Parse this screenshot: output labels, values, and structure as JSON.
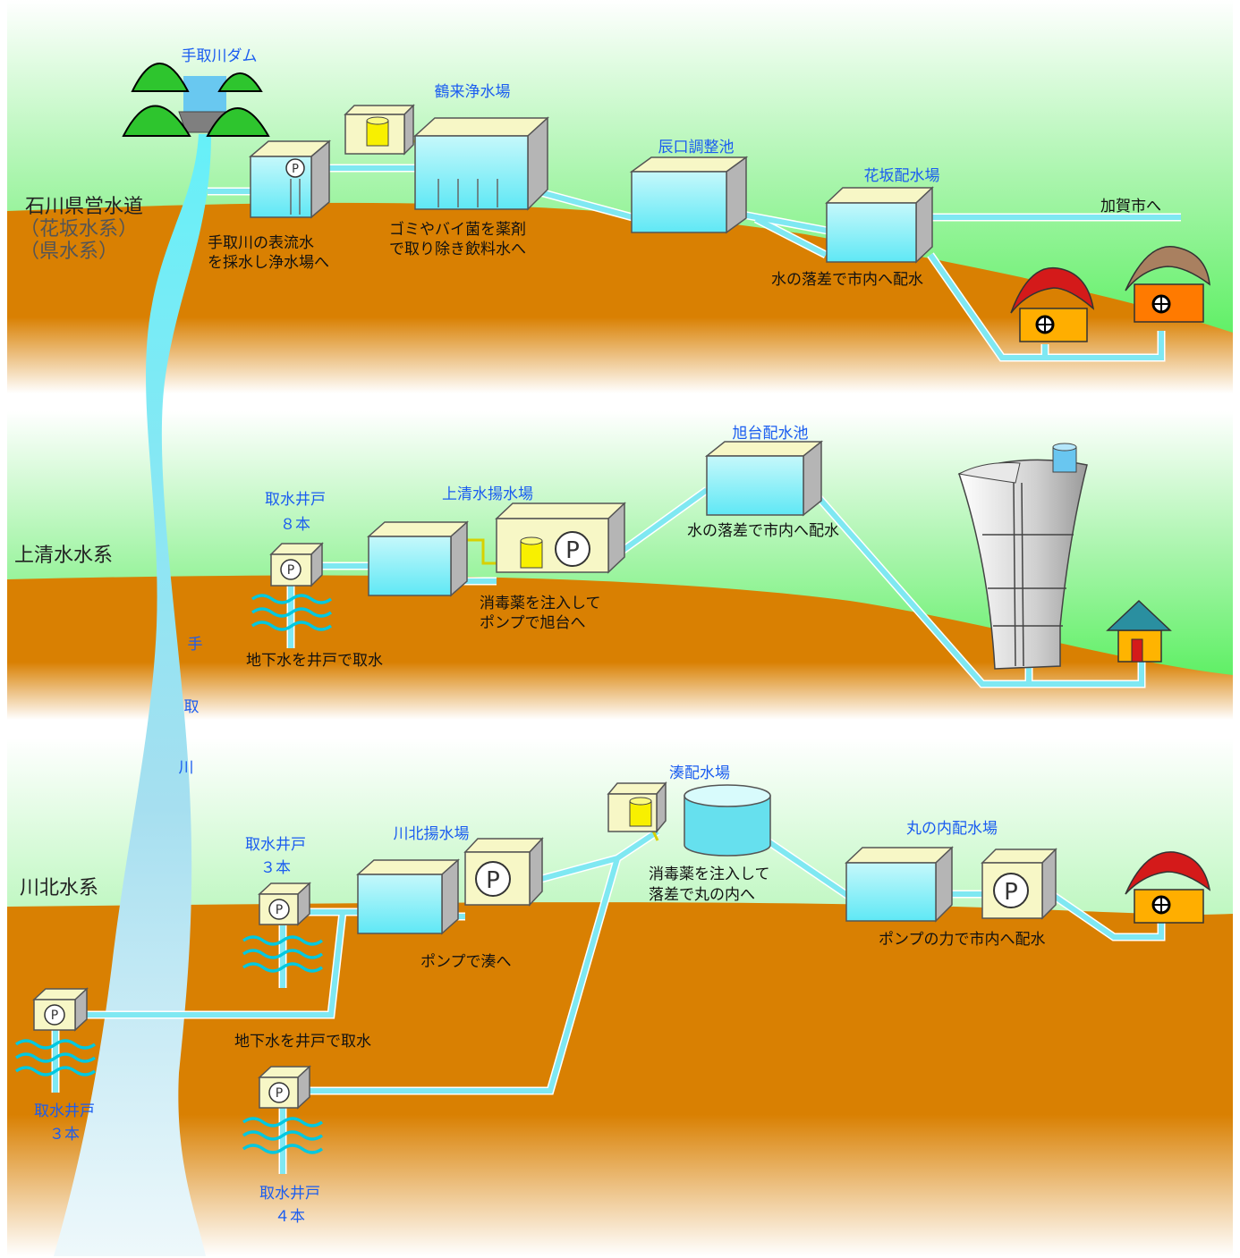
{
  "systems": {
    "kensui": {
      "label_line1": "石川県営水道",
      "label_line2": "（花坂水系）",
      "label_line3": "（県水系）"
    },
    "kamishimizu": {
      "label": "上清水水系"
    },
    "kawakita": {
      "label": "川北水系"
    }
  },
  "river": {
    "char1": "手",
    "char2": "取",
    "char3": "川"
  },
  "facilities": {
    "dam": "手取川ダム",
    "tsurugi_plant": "鶴来浄水場",
    "tatsunokuchi_pond": "辰口調整池",
    "hanasaka_station": "花坂配水場",
    "kamishimizu_pump": "上清水揚水場",
    "asahidai_reservoir": "旭台配水池",
    "kawakita_pump": "川北揚水場",
    "minato_station": "湊配水場",
    "marunouchi_station": "丸の内配水場"
  },
  "wells": {
    "kamishimizu_line1": "取水井戸",
    "kamishimizu_line2": "８本",
    "kawakita_a_line1": "取水井戸",
    "kawakita_a_line2": "３本",
    "kawakita_b_line1": "取水井戸",
    "kawakita_b_line2": "３本",
    "kawakita_c_line1": "取水井戸",
    "kawakita_c_line2": "４本"
  },
  "notes": {
    "intake_line1": "手取川の表流水",
    "intake_line2": "を採水し浄水場へ",
    "purify_line1": "ゴミやバイ菌を薬剤",
    "purify_line2": "で取り除き飲料水へ",
    "to_kaga": "加賀市へ",
    "hanasaka_gravity": "水の落差で市内へ配水",
    "kamishimizu_ground": "地下水を井戸で取水",
    "kamishimizu_disinfect1": "消毒薬を注入して",
    "kamishimizu_disinfect2": "ポンプで旭台へ",
    "asahidai_gravity": "水の落差で市内へ配水",
    "kawakita_ground": "地下水を井戸で取水",
    "kawakita_pump_note": "ポンプで湊へ",
    "minato_line1": "消毒薬を注入して",
    "minato_line2": "落差で丸の内へ",
    "marunouchi_note": "ポンプの力で市内へ配水"
  },
  "pump_letter": "P",
  "colors": {
    "sky_green": "#45ee4c",
    "ground_orange": "#d98002",
    "water": "#66e6f6",
    "pipe": "#7fe8f2",
    "label_blue": "#1a5cf0",
    "tank_top": "#f7f7c6",
    "chemical_yellow": "#f8f000"
  }
}
